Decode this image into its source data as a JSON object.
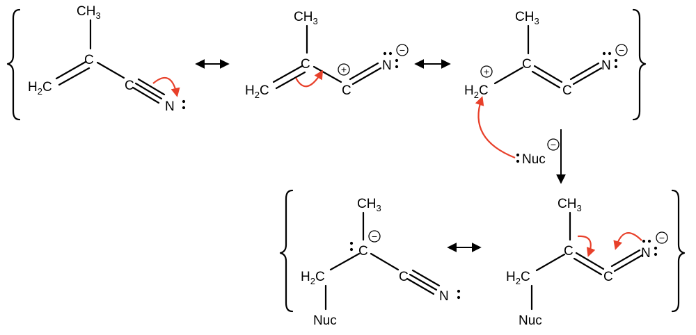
{
  "colors": {
    "ink": "#000000",
    "arrow": "#e8402a",
    "background": "#ffffff"
  },
  "atoms": {
    "ch3": "CH",
    "ch3_sub": "3",
    "h2c_h": "H",
    "h2c_sub": "2",
    "h2c_c": "C",
    "c": "C",
    "n": "N",
    "nuc": "Nuc"
  },
  "charges": {
    "plus": "+",
    "minus": "−"
  },
  "lone_pair": ":"
}
